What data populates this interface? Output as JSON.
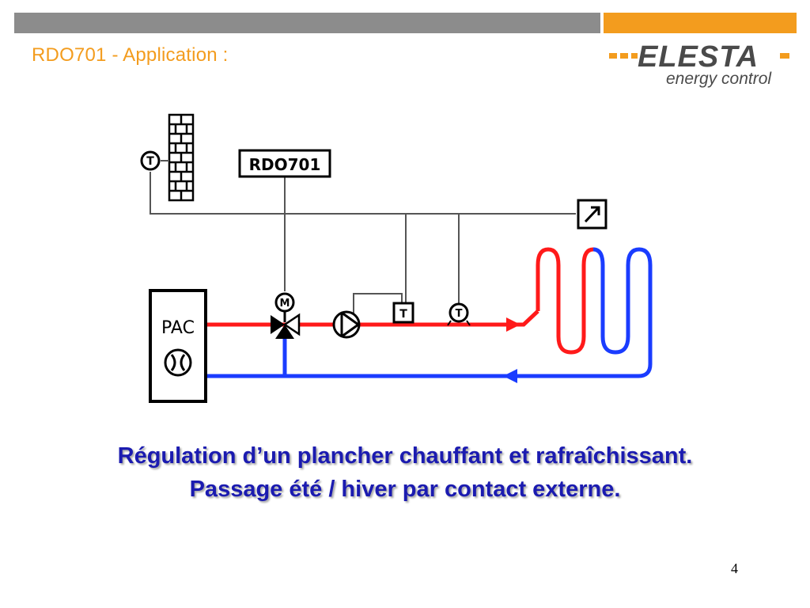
{
  "header": {
    "title": "RDO701 - Application :",
    "colors": {
      "gray_bar": "#8c8c8c",
      "orange_bar": "#f39c1e"
    }
  },
  "logo": {
    "brand": "ELESTA",
    "subtitle": "energy control"
  },
  "diagram": {
    "controller_label": "RDO701",
    "heat_pump_label": "PAC",
    "motor_valve_symbol": "M",
    "sensor_symbol": "T",
    "colors": {
      "supply_line": "#ff1a1a",
      "return_line": "#1a3cff",
      "wiring": "#555555"
    },
    "icons": [
      "wall-icon",
      "outdoor-sensor-icon",
      "external-contact-icon",
      "three-way-valve-icon",
      "circulator-pump-icon",
      "compressor-icon",
      "floor-heating-coil-icon"
    ]
  },
  "caption": {
    "line1": "Régulation d’un plancher chauffant et rafraîchissant.",
    "line2": "Passage été / hiver par contact externe."
  },
  "page_number": "4"
}
